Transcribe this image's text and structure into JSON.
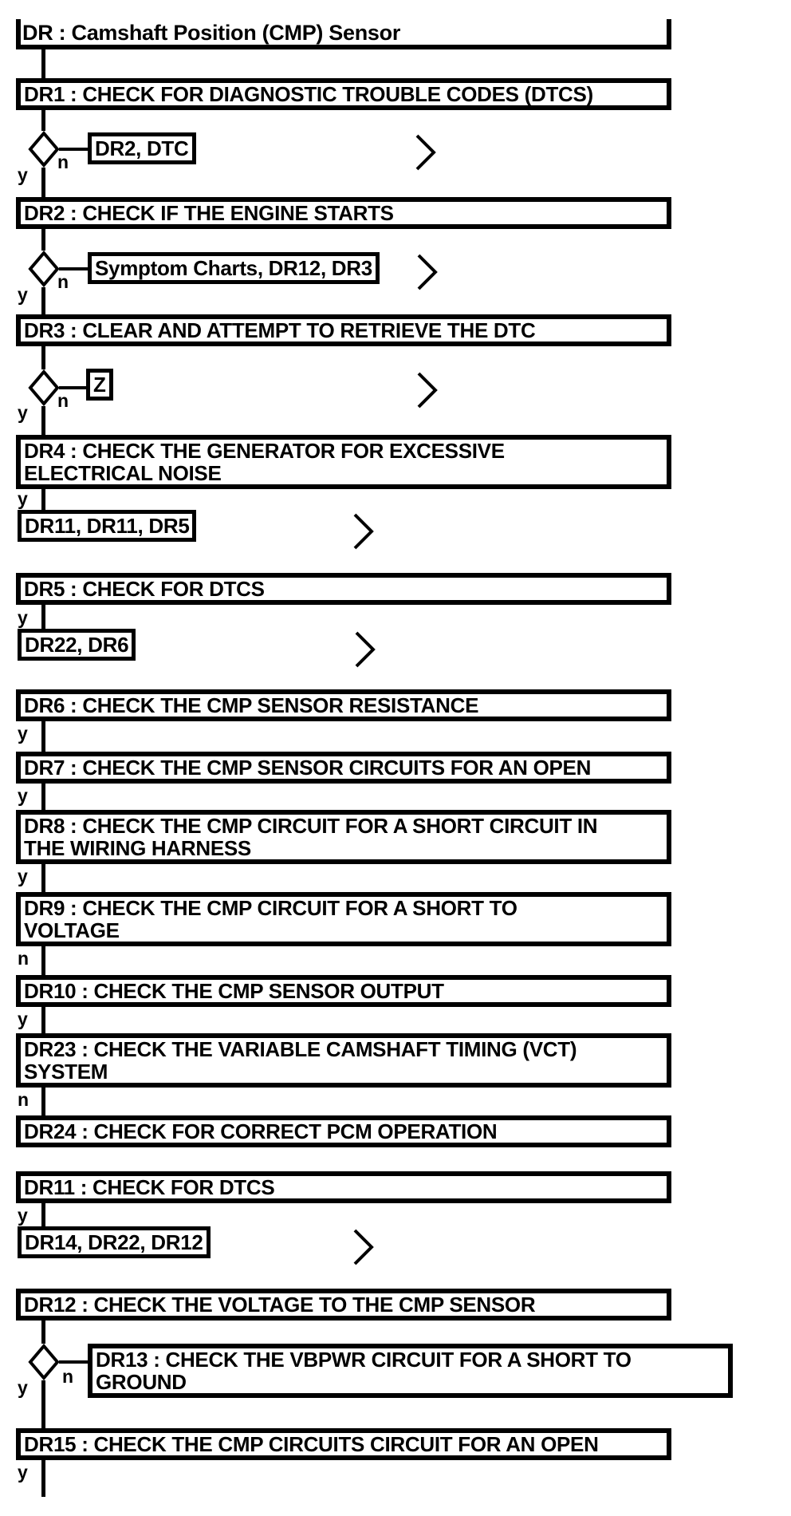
{
  "page": {
    "background_color": "#ffffff",
    "ink_color": "#000000"
  },
  "flowchart": {
    "title": "DR : Camshaft Position (CMP) Sensor",
    "branch_labels": {
      "yes": "y",
      "no": "n"
    },
    "steps": {
      "dr1": "DR1 : CHECK FOR DIAGNOSTIC TROUBLE CODES (DTCS)",
      "dr2": "DR2 : CHECK IF THE ENGINE STARTS",
      "dr3": "DR3 : CLEAR AND ATTEMPT TO RETRIEVE THE DTC",
      "dr4": "DR4 : CHECK THE GENERATOR FOR EXCESSIVE\nELECTRICAL NOISE",
      "dr5": "DR5 : CHECK FOR DTCS",
      "dr6": "DR6 : CHECK THE CMP SENSOR RESISTANCE",
      "dr7": "DR7 : CHECK THE CMP SENSOR CIRCUITS FOR AN OPEN",
      "dr8": "DR8 : CHECK THE CMP CIRCUIT FOR A SHORT CIRCUIT IN\nTHE WIRING HARNESS",
      "dr9": "DR9 : CHECK THE CMP CIRCUIT FOR A SHORT TO\nVOLTAGE",
      "dr10": "DR10 : CHECK THE CMP SENSOR OUTPUT",
      "dr23": "DR23 : CHECK THE VARIABLE CAMSHAFT TIMING (VCT)\nSYSTEM",
      "dr24": "DR24 : CHECK FOR CORRECT PCM OPERATION",
      "dr11": "DR11 : CHECK FOR DTCS",
      "dr12": "DR12 : CHECK THE VOLTAGE TO THE CMP SENSOR",
      "dr13": "DR13 : CHECK THE VBPWR CIRCUIT FOR A SHORT TO\nGROUND",
      "dr15": "DR15 : CHECK THE CMP CIRCUITS CIRCUIT FOR AN OPEN"
    },
    "references": {
      "after_dr1": "DR2, DTC",
      "after_dr2": "Symptom Charts, DR12, DR3",
      "after_dr3": "Z",
      "after_dr4": "DR11, DR11, DR5",
      "after_dr5": "DR22, DR6",
      "after_dr11": "DR14, DR22, DR12"
    }
  }
}
